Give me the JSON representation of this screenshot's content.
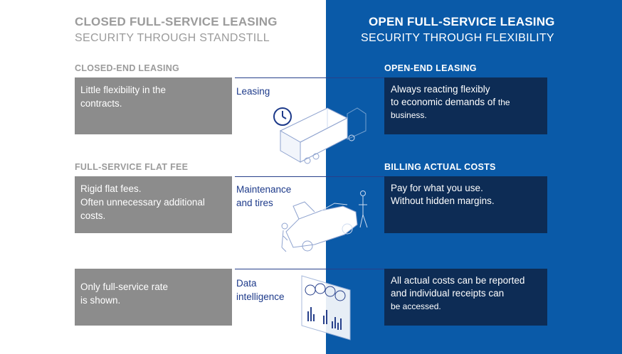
{
  "left": {
    "title": "CLOSED FULL-SERVICE LEASING",
    "subtitle": "SECURITY THROUGH STANDSTILL",
    "sections": [
      {
        "heading": "CLOSED-END LEASING",
        "lines": [
          "Little flexibility in the",
          "contracts."
        ]
      },
      {
        "heading": "FULL-SERVICE FLAT FEE",
        "lines": [
          "Rigid flat fees.",
          "Often unnecessary additional",
          "costs."
        ]
      },
      {
        "heading": "",
        "lines": [
          "Only full-service rate",
          "is shown."
        ]
      }
    ]
  },
  "right": {
    "title": "OPEN FULL-SERVICE LEASING",
    "subtitle": "SECURITY THROUGH FLEXIBILITY",
    "sections": [
      {
        "heading": "OPEN-END LEASING",
        "lines": [
          "Always reacting flexibly",
          "to economic demands of",
          "the",
          "business."
        ]
      },
      {
        "heading": "BILLING ACTUAL COSTS",
        "lines": [
          "Pay for what you use.",
          "Without hidden margins."
        ]
      },
      {
        "heading": "",
        "lines": [
          "All actual costs can be reported",
          "and individual receipts can",
          "be accessed."
        ]
      }
    ]
  },
  "middle": {
    "labels": [
      {
        "lines": [
          "Leasing"
        ]
      },
      {
        "lines": [
          "Maintenance",
          "and tires"
        ]
      },
      {
        "lines": [
          "Data",
          "intelligence"
        ]
      }
    ]
  },
  "colors": {
    "right_bg": "#0a5aa8",
    "gray_box": "#8c8c8c",
    "navy_box": "#0d2c55",
    "line_art": "#27408b"
  },
  "icons": [
    "clock-icon",
    "truck-illustration",
    "car-mechanic-illustration",
    "data-dashboard-illustration"
  ]
}
